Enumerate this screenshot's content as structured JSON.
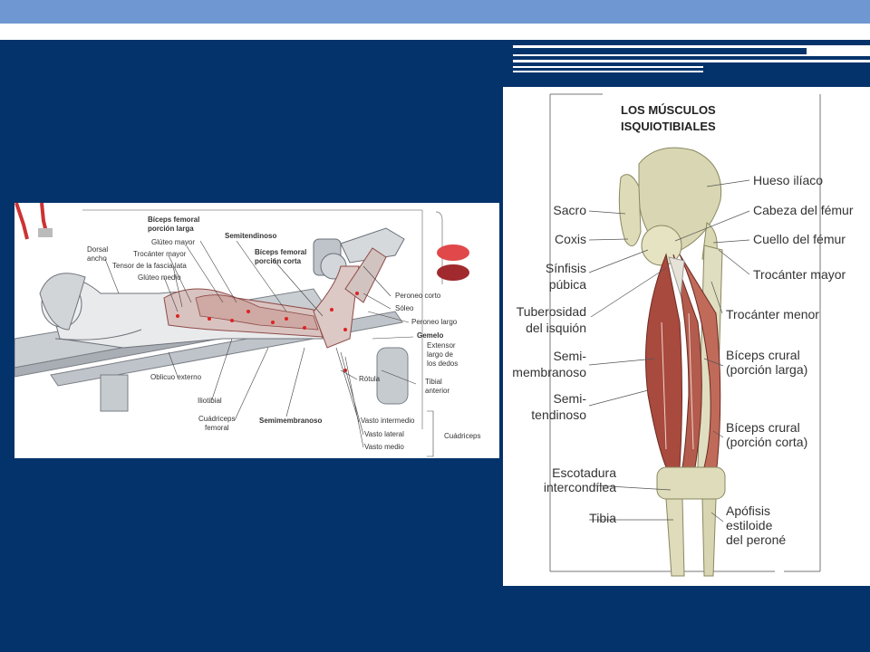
{
  "colors": {
    "top_band": "#6f98d2",
    "slide_bg": "#04336b",
    "muscle_red": "#a94a3f",
    "bone": "#d9d7b3"
  },
  "left_diagram": {
    "labels": {
      "biceps_long": "Bíceps femoral",
      "biceps_long_2": "porción larga",
      "gluteo_mayor": "Glúteo mayor",
      "trocanter_mayor": "Trocánter mayor",
      "tensor": "Tensor de la fascia lata",
      "gluteo_medio": "Glúteo medio",
      "dorsal": "Dorsal",
      "dorsal_2": "ancho",
      "semitendinoso": "Semitendinoso",
      "biceps_short": "Bíceps femoral",
      "biceps_short_2": "porción corta",
      "peroneo_corto": "Peroneo corto",
      "soleo": "Sóleo",
      "peroneo_largo": "Peroneo largo",
      "gemelo": "Gemelo",
      "extensor": "Extensor",
      "extensor_2": "largo de",
      "extensor_3": "los dedos",
      "rotula": "Rótula",
      "tibial": "Tibial",
      "tibial_2": "anterior",
      "oblicuo": "Oblicuo externo",
      "iliotibial": "Iliotibial",
      "cuadriceps_femoral": "Cuádriceps",
      "cuadriceps_femoral_2": "femoral",
      "semimembranoso": "Semimembranoso",
      "vasto_intermedio": "Vasto intermedio",
      "vasto_lateral": "Vasto lateral",
      "vasto_medio": "Vasto medio",
      "cuadriceps": "Cuádriceps"
    }
  },
  "right_diagram": {
    "title_line1": "LOS MÚSCULOS",
    "title_line2": "ISQUIOTIBIALES",
    "labels_left": {
      "sacro": "Sacro",
      "coxis": "Coxis",
      "sinfisis_1": "Sínfisis",
      "sinfisis_2": "púbica",
      "tuberosidad_1": "Tuberosidad",
      "tuberosidad_2": "del isquión",
      "semimemb_1": "Semi-",
      "semimemb_2": "membranoso",
      "semitend_1": "Semi-",
      "semitend_2": "tendinoso",
      "escotadura_1": "Escotadura",
      "escotadura_2": "intercondílea",
      "tibia": "Tibia"
    },
    "labels_right": {
      "hueso_iliaco": "Hueso ilíaco",
      "cabeza_femur": "Cabeza del fémur",
      "cuello_femur": "Cuello del fémur",
      "trocanter_mayor": "Trocánter mayor",
      "trocanter_menor": "Trocánter menor",
      "biceps_larga_1": "Bíceps crural",
      "biceps_larga_2": "(porción larga)",
      "biceps_corta_1": "Bíceps crural",
      "biceps_corta_2": "(porción corta)",
      "apofisis_1": "Apófisis",
      "apofisis_2": "estiloide",
      "apofisis_3": "del peroné"
    }
  }
}
